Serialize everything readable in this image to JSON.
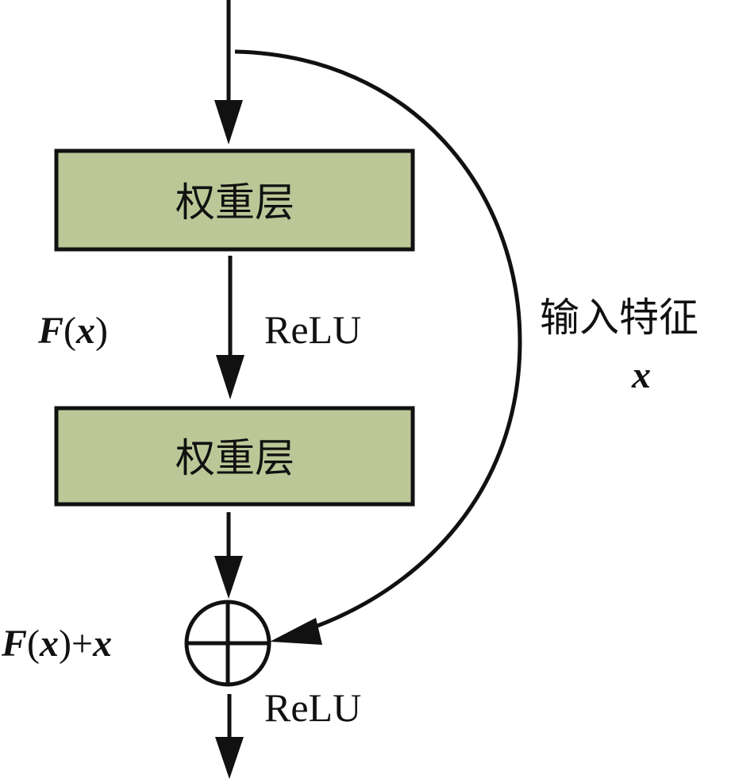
{
  "diagram": {
    "title": "Residual block",
    "colors": {
      "box_fill": "#bcc797",
      "stroke": "#111111",
      "background": "#ffffff"
    },
    "nodes": [
      {
        "id": "weight-layer-1",
        "label": "权重层"
      },
      {
        "id": "weight-layer-2",
        "label": "权重层"
      },
      {
        "id": "sum-node",
        "label": "⊕"
      }
    ],
    "labels": {
      "fx": {
        "func": "F",
        "open": "(",
        "var": "x",
        "close": ")"
      },
      "fx_plus_x": {
        "func": "F",
        "open": "(",
        "var": "x",
        "close": ")",
        "plus": "+",
        "var2": "x"
      },
      "relu_1": "ReLU",
      "relu_2": "ReLU",
      "skip_label": "输入特征",
      "skip_var": "x"
    },
    "edges": [
      {
        "from": "input",
        "to": "weight-layer-1"
      },
      {
        "from": "weight-layer-1",
        "to": "weight-layer-2",
        "label": "ReLU"
      },
      {
        "from": "weight-layer-2",
        "to": "sum-node"
      },
      {
        "from": "input",
        "to": "sum-node",
        "label": "输入特征 x",
        "type": "skip-connection"
      },
      {
        "from": "sum-node",
        "to": "output",
        "label": "ReLU"
      }
    ]
  }
}
